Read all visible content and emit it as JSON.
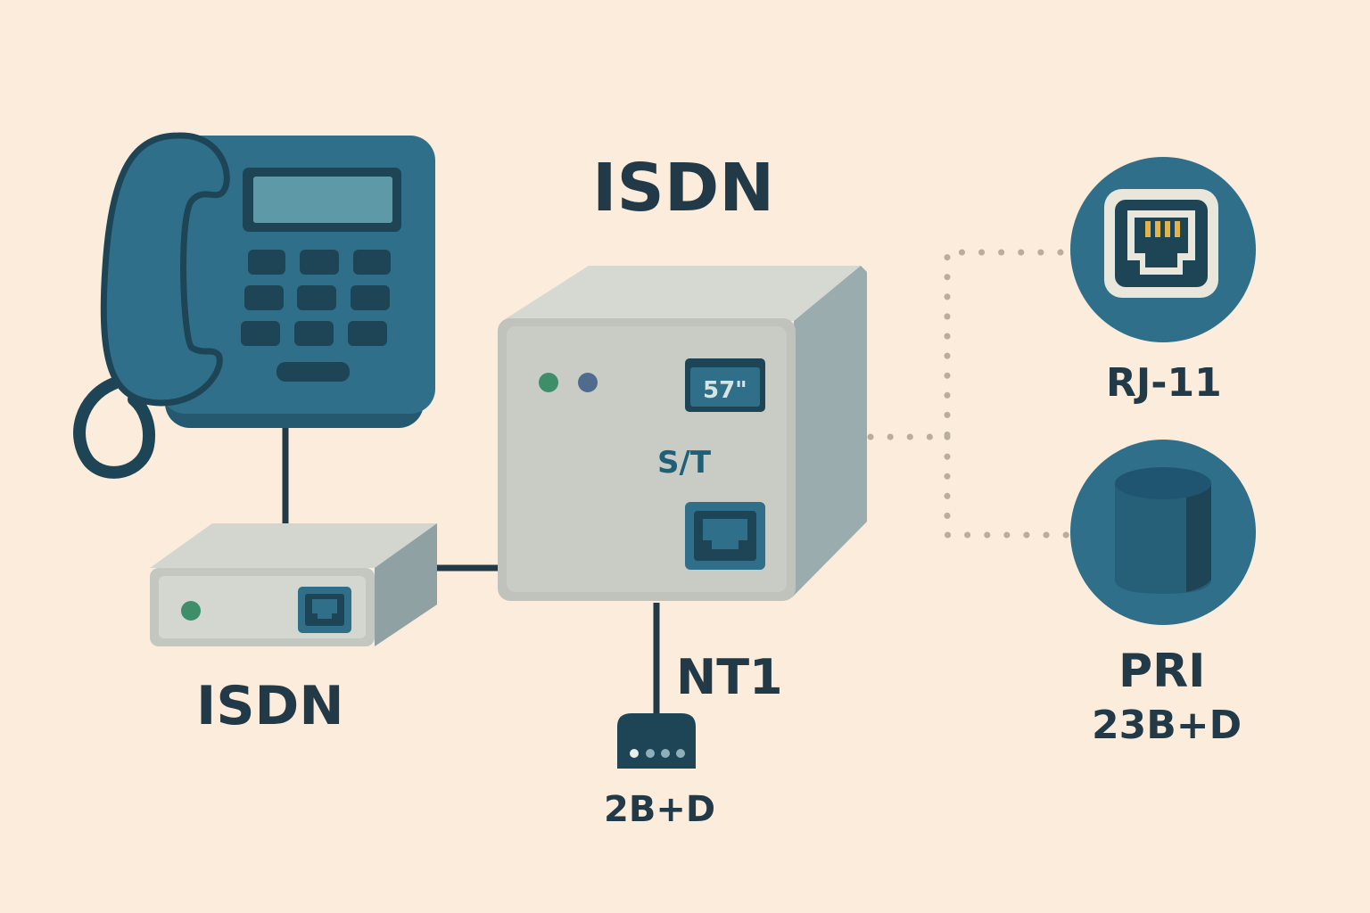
{
  "diagram": {
    "title": "ISDN",
    "left_device_label": "ISDN",
    "port_display": "57\"",
    "interface_label": "S/T",
    "nt_label": "NT1",
    "basic_rate_label": "2B+D",
    "right_connectors": [
      {
        "label": "RJ-11",
        "icon": "rj11-jack-icon"
      },
      {
        "label": "PRI",
        "sublabel": "23B+D",
        "icon": "cylinder-icon"
      }
    ]
  },
  "colors": {
    "background": "#fbecdc",
    "phone_teal": "#2f6f8a",
    "dark_navy": "#1e4556",
    "text": "#223a48",
    "box_gray": "#c8cbc4",
    "dotted_link": "#b9ae98",
    "led_green": "#3e8e6a",
    "led_blue": "#4f6b8e",
    "jack_gold": "#e0b44a"
  }
}
